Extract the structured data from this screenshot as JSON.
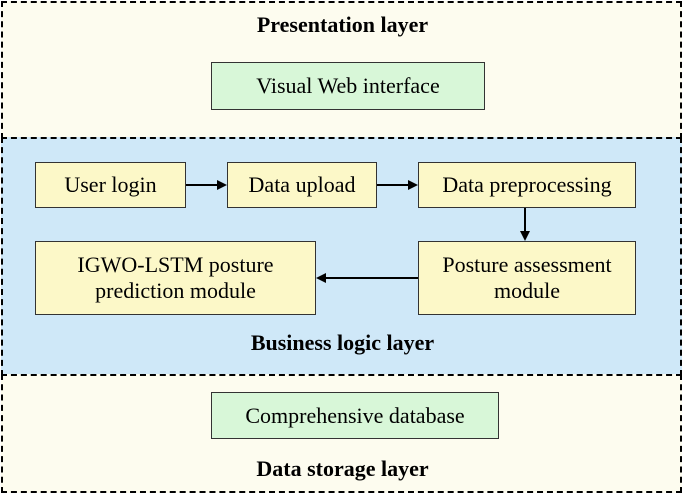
{
  "presentation_layer": {
    "title": "Presentation layer",
    "interface_box": "Visual Web interface"
  },
  "business_logic_layer": {
    "title": "Business logic layer",
    "flow": {
      "user_login": "User login",
      "data_upload": "Data upload",
      "data_preprocessing": "Data preprocessing",
      "posture_assessment": "Posture assessment module",
      "prediction_module": "IGWO-LSTM posture prediction module"
    }
  },
  "data_storage_layer": {
    "title": "Data storage layer",
    "database_box": "Comprehensive database"
  },
  "colors": {
    "outer_layer_fill": "#fdfcef",
    "business_layer_fill": "#cfe8f8",
    "green_box_fill": "#d8f7d8",
    "yellow_box_fill": "#fcf8c8"
  }
}
